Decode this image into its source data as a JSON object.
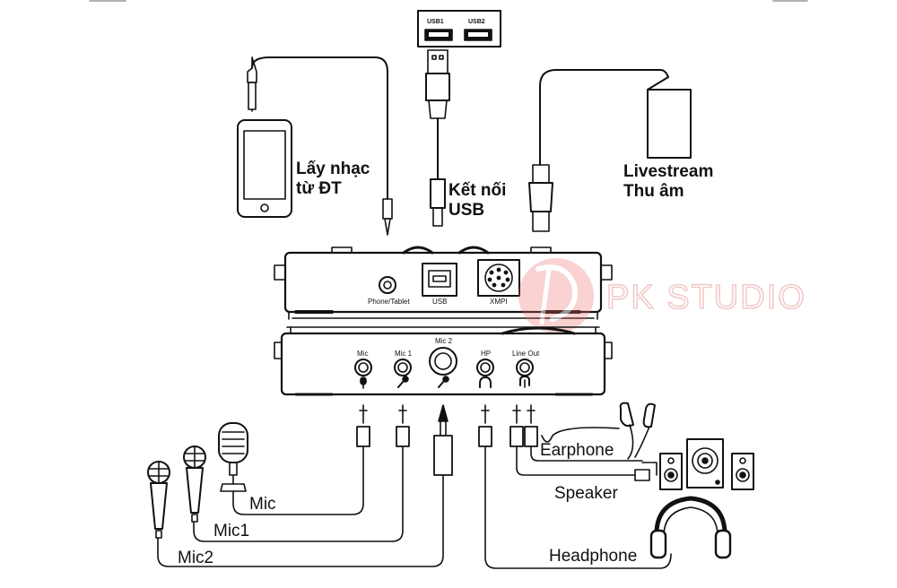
{
  "watermark": {
    "text": "PK STUDIO",
    "color": "#e05555"
  },
  "computer": {
    "ports": [
      "USB1",
      "USB2"
    ]
  },
  "labels": {
    "phone_music_line1": "Lấy nhạc",
    "phone_music_line2": "từ ĐT",
    "usb_line1": "Kết nối",
    "usb_line2": "USB",
    "livestream_line1": "Livestream",
    "livestream_line2": "Thu âm",
    "earphone": "Earphone",
    "speaker": "Speaker",
    "headphone": "Headphone",
    "mic": "Mic",
    "mic1": "Mic1",
    "mic2": "Mic2"
  },
  "back_panel": {
    "phone_port": "Phone/Tablet",
    "usb_port": "USB",
    "xmpi_port": "XMPI"
  },
  "front_panel": {
    "mic_port": "Mic",
    "mic1_port": "Mic 1",
    "mic2_port": "Mic 2",
    "hp_port": "HP",
    "lineout_port": "Line Out"
  }
}
